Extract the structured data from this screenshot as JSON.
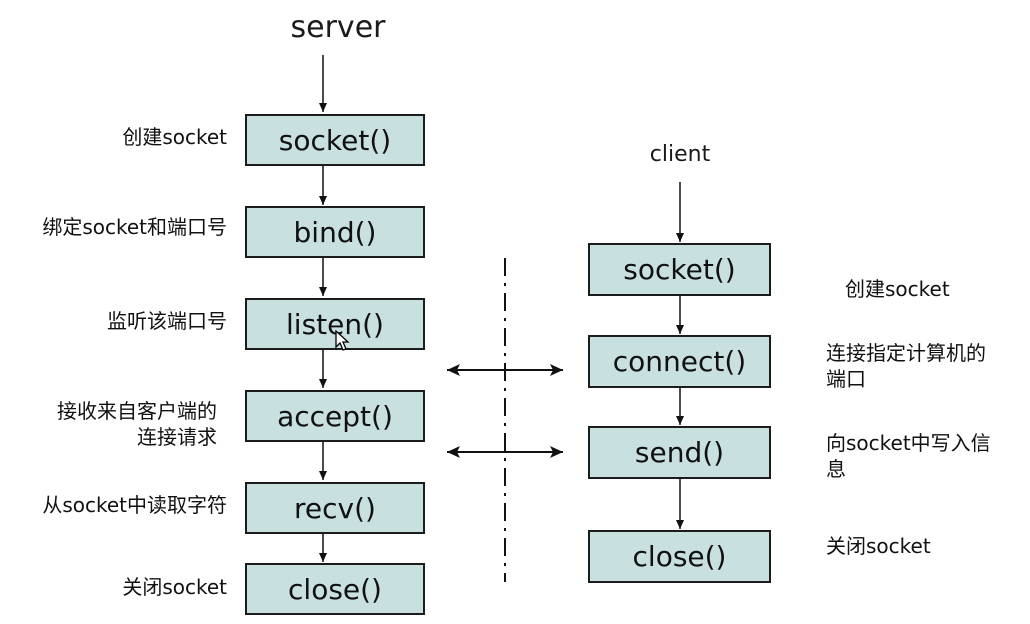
{
  "server": {
    "title": "server",
    "steps": [
      {
        "call": "socket()",
        "desc": "创建socket"
      },
      {
        "call": "bind()",
        "desc": "绑定socket和端口号"
      },
      {
        "call": "listen()",
        "desc": "监听该端口号"
      },
      {
        "call": "accept()",
        "desc": "接收来自客户端的\n连接请求"
      },
      {
        "call": "recv()",
        "desc": "从socket中读取字符"
      },
      {
        "call": "close()",
        "desc": "关闭socket"
      }
    ]
  },
  "client": {
    "title": "client",
    "steps": [
      {
        "call": "socket()",
        "desc": "创建socket"
      },
      {
        "call": "connect()",
        "desc": "连接指定计算机的\n端口"
      },
      {
        "call": "send()",
        "desc": "向socket中写入信\n息"
      },
      {
        "call": "close()",
        "desc": "关闭socket"
      }
    ]
  },
  "colors": {
    "box_fill": "#c8e0e0",
    "box_border": "#1c1c1c",
    "arrow": "#111111"
  }
}
